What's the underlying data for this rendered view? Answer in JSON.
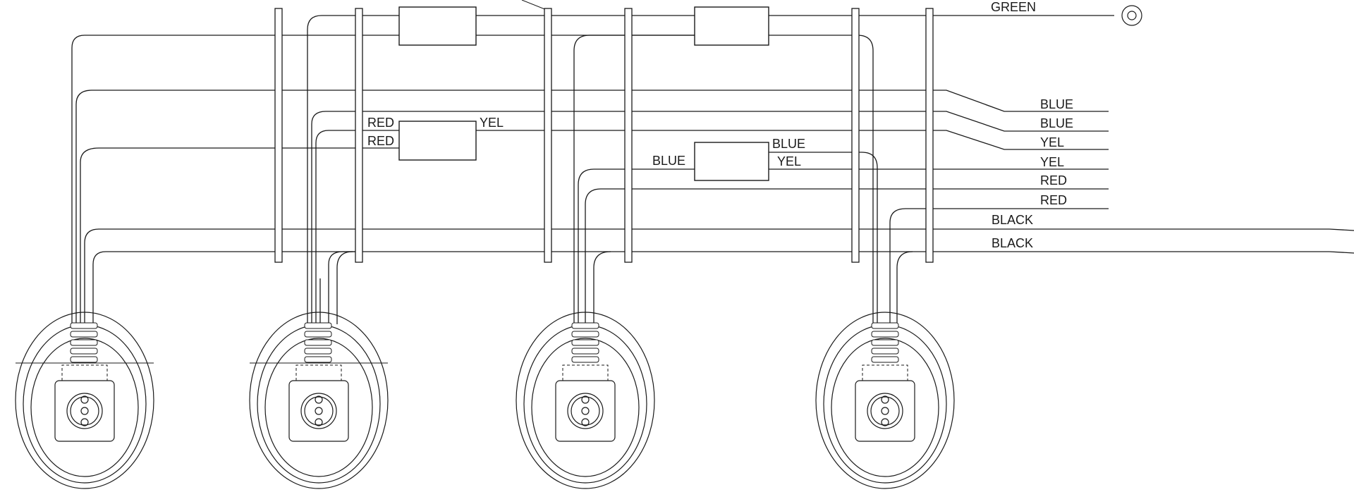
{
  "labels": {
    "green": "GREEN",
    "right_blue_1": "BLUE",
    "right_blue_2": "BLUE",
    "right_yel_1": "YEL",
    "right_yel_2": "YEL",
    "right_red_1": "RED",
    "right_red_2": "RED",
    "black_1": "BLACK",
    "black_2": "BLACK",
    "box_red_1": "RED",
    "box_red_2": "RED",
    "box_yel": "YEL",
    "box_blue_left": "BLUE",
    "box_blue_right": "BLUE",
    "box_yel_right": "YEL"
  },
  "colors": {
    "ink": "#1a1a1a",
    "background": "#ffffff"
  }
}
